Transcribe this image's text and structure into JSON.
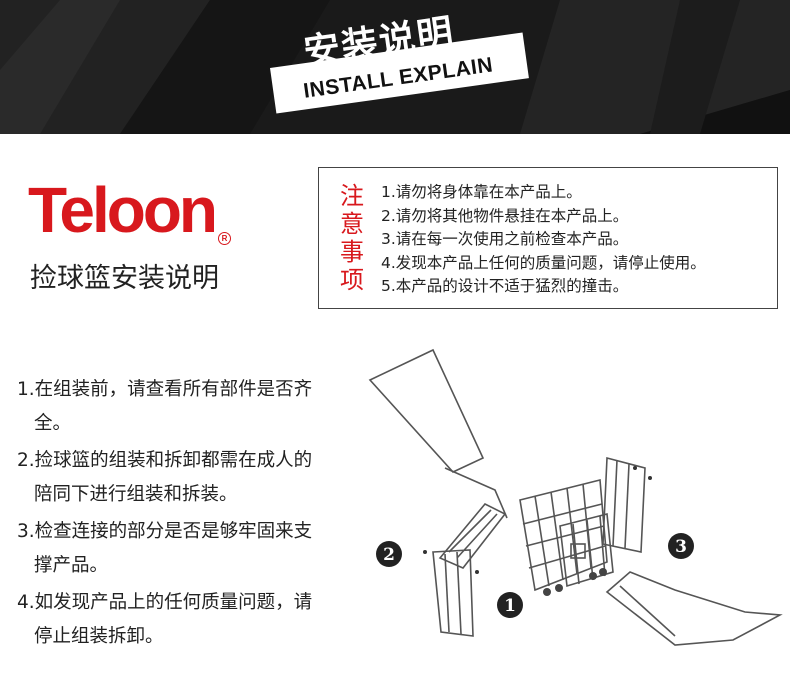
{
  "banner": {
    "title_cn": "安装说明",
    "title_en": "INSTALL EXPLAIN"
  },
  "brand": {
    "logo_text": "Teloon",
    "registered_mark": "R",
    "subtitle": "捡球篮安装说明"
  },
  "notice": {
    "label_chars": [
      "注",
      "意",
      "事",
      "项"
    ],
    "items": [
      "1.请勿将身体靠在本产品上。",
      "2.请勿将其他物件悬挂在本产品上。",
      "3.请在每一次使用之前检查本产品。",
      "4.发现本产品上任何的质量问题，请停止使用。",
      "5.本产品的设计不适于猛烈的撞击。"
    ]
  },
  "steps": [
    "1.在组装前，请查看所有部件是否齐全。",
    "2.捡球篮的组装和拆卸都需在成人的陪同下进行组装和拆装。",
    "3.检查连接的部分是否是够牢固来支撑产品。",
    "4.如发现产品上的任何质量问题，请停止组装拆卸。"
  ],
  "diagram": {
    "callouts": [
      "1",
      "2",
      "3"
    ]
  },
  "colors": {
    "brand_red": "#d8181d",
    "banner_bg": "#1a1a1a"
  }
}
